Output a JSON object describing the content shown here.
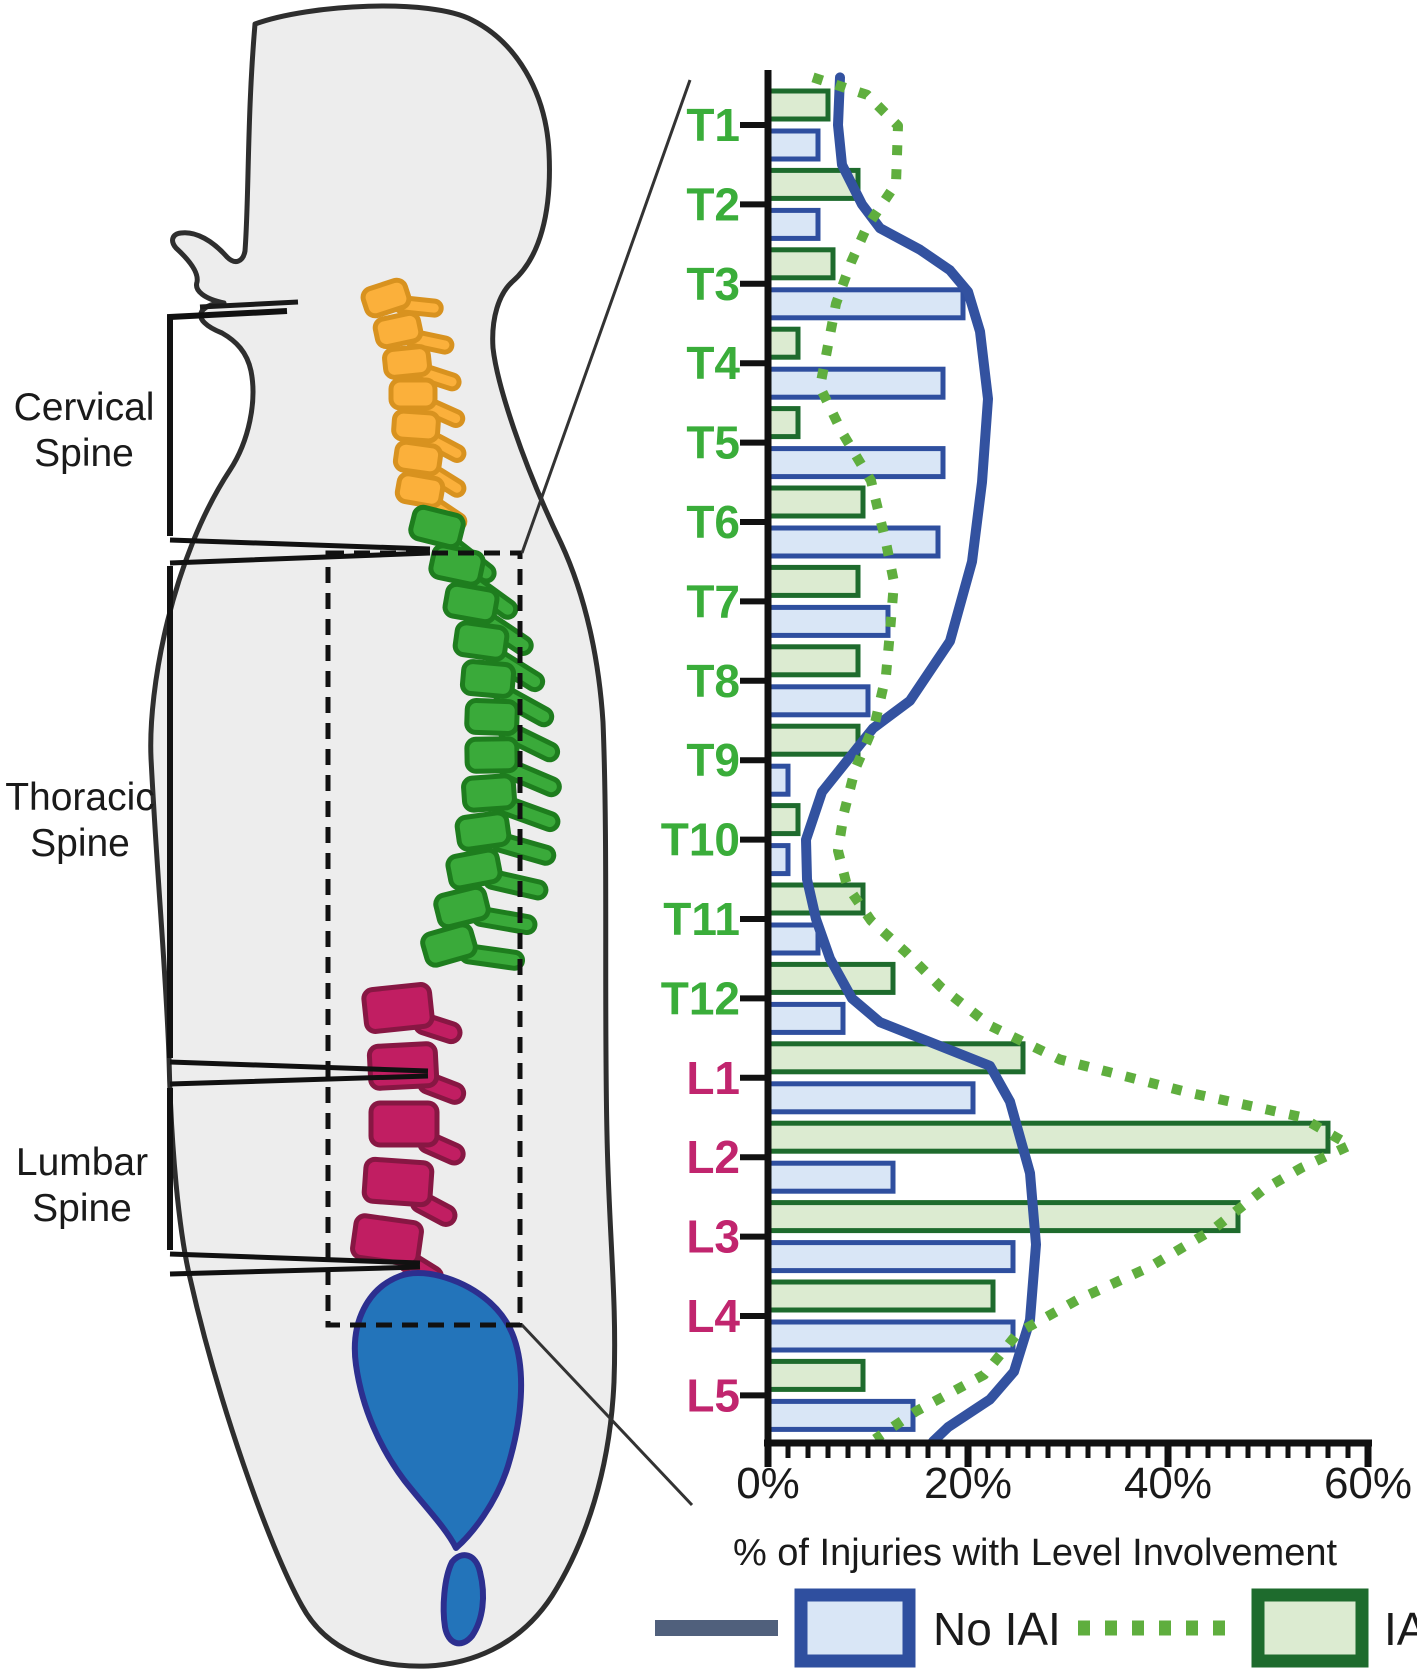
{
  "illustration": {
    "labels": [
      {
        "id": "cervical",
        "line1": "Cervical",
        "line2": "Spine"
      },
      {
        "id": "thoracic",
        "line1": "Thoracic",
        "line2": "Spine"
      },
      {
        "id": "lumbar",
        "line1": "Lumbar",
        "line2": "Spine"
      }
    ],
    "colors": {
      "body_fill": "#ededed",
      "body_stroke": "#2e2e2e",
      "cervical_fill": "#fbb03b",
      "cervical_stroke": "#d8921f",
      "thoracic_fill": "#3aaa3a",
      "thoracic_stroke": "#1e7d1e",
      "lumbar_fill": "#c11e62",
      "lumbar_stroke": "#871743",
      "sacrum_fill": "#2374ba",
      "sacrum_stroke": "#2c2f8f",
      "bracket": "#111111"
    }
  },
  "chart_data": {
    "type": "bar",
    "orientation": "horizontal",
    "title": "",
    "xlabel": "% of Injuries with Level Involvement",
    "xlim": [
      0,
      60
    ],
    "x_ticks": [
      "0%",
      "20%",
      "40%",
      "60%"
    ],
    "x_tick_values": [
      0,
      20,
      40,
      60
    ],
    "minor_tick_step": 2,
    "categories": [
      "T1",
      "T2",
      "T3",
      "T4",
      "T5",
      "T6",
      "T7",
      "T8",
      "T9",
      "T10",
      "T11",
      "T12",
      "L1",
      "L2",
      "L3",
      "L4",
      "L5"
    ],
    "category_colors": {
      "thoracic": "#3aad3a",
      "lumbar": "#c1256e"
    },
    "series": [
      {
        "name": "No IAI",
        "values": [
          5,
          5,
          19.5,
          17.5,
          17.5,
          17,
          12,
          10,
          2,
          2,
          5,
          7.5,
          20.5,
          12.5,
          24.5,
          24.5,
          14.5
        ],
        "bar_fill": "#d9e6f6",
        "bar_stroke": "#2f4f9f",
        "curve_color": "#3352a0",
        "curve_style": "solid"
      },
      {
        "name": "IAI",
        "values": [
          6,
          9,
          6.5,
          3,
          3,
          9.5,
          9,
          9,
          9,
          3,
          9.5,
          12.5,
          25.5,
          56,
          47,
          22.5,
          9.5
        ],
        "bar_fill": "#dcebd1",
        "bar_stroke": "#1e6b2d",
        "curve_color": "#5fae3e",
        "curve_style": "dotted"
      }
    ],
    "curves": [
      {
        "name": "No IAI",
        "points": [
          [
            -0.6,
            7.2
          ],
          [
            0,
            7.0
          ],
          [
            0.5,
            7.4
          ],
          [
            1.0,
            9.4
          ],
          [
            1.3,
            11.2
          ],
          [
            1.57,
            15.2
          ],
          [
            1.83,
            18.2
          ],
          [
            2.1,
            20.0
          ],
          [
            2.6,
            21.2
          ],
          [
            3.45,
            22.0
          ],
          [
            4.5,
            21.4
          ],
          [
            5.5,
            20.4
          ],
          [
            6.5,
            18.2
          ],
          [
            7.25,
            14.2
          ],
          [
            7.6,
            10.5
          ],
          [
            8.4,
            5.4
          ],
          [
            9.0,
            3.8
          ],
          [
            9.5,
            3.9
          ],
          [
            10.0,
            4.8
          ],
          [
            10.5,
            6.2
          ],
          [
            11.0,
            8.4
          ],
          [
            11.3,
            11.2
          ],
          [
            11.6,
            17.2
          ],
          [
            11.85,
            22.2
          ],
          [
            12.3,
            24.2
          ],
          [
            13.2,
            26.2
          ],
          [
            14.1,
            26.8
          ],
          [
            15.05,
            26.2
          ],
          [
            15.7,
            24.6
          ],
          [
            16.05,
            22.2
          ],
          [
            16.4,
            18.0
          ],
          [
            16.58,
            16.5
          ]
        ]
      },
      {
        "name": "IAI",
        "points": [
          [
            -0.6,
            4.5
          ],
          [
            -0.38,
            9.9
          ],
          [
            0.01,
            13.0
          ],
          [
            0.74,
            12.8
          ],
          [
            1.28,
            9.9
          ],
          [
            1.73,
            8.3
          ],
          [
            2.25,
            6.8
          ],
          [
            3.3,
            5.2
          ],
          [
            3.87,
            7.4
          ],
          [
            4.48,
            10.3
          ],
          [
            5.26,
            11.8
          ],
          [
            5.76,
            12.6
          ],
          [
            6.38,
            12.2
          ],
          [
            6.93,
            11.8
          ],
          [
            7.53,
            10.7
          ],
          [
            8.12,
            8.7
          ],
          [
            8.66,
            7.6
          ],
          [
            9.14,
            7.0
          ],
          [
            9.58,
            7.9
          ],
          [
            10.02,
            10.3
          ],
          [
            10.42,
            13.8
          ],
          [
            10.86,
            17.3
          ],
          [
            11.35,
            22.3
          ],
          [
            11.77,
            29.2
          ],
          [
            12.19,
            42.2
          ],
          [
            12.49,
            53.2
          ],
          [
            12.85,
            58.2
          ],
          [
            13.13,
            53.4
          ],
          [
            13.41,
            49.5
          ],
          [
            13.91,
            44.5
          ],
          [
            14.38,
            38.2
          ],
          [
            14.8,
            30.9
          ],
          [
            15.21,
            25.0
          ],
          [
            15.74,
            21.6
          ],
          [
            16.2,
            14.8
          ],
          [
            16.55,
            10.7
          ]
        ]
      }
    ],
    "legend": {
      "position": "bottom",
      "entries": [
        "No IAI",
        "IAI"
      ],
      "line_swatch_color": "#50607c"
    },
    "grid": false
  }
}
